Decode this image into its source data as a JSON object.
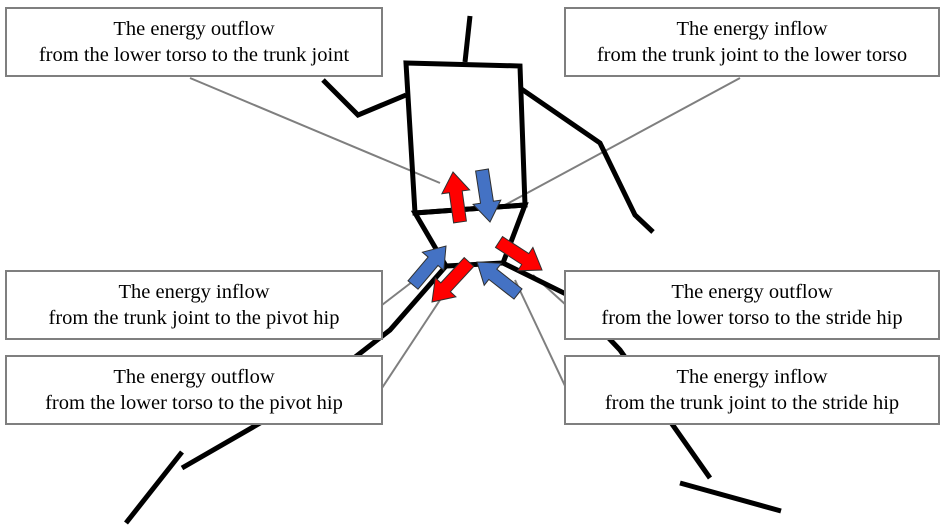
{
  "labels": {
    "outflow_lower_torso_to_trunk_joint": {
      "line1": "The energy outflow",
      "line2": "from the lower torso to the trunk joint"
    },
    "inflow_trunk_joint_to_lower_torso": {
      "line1": "The energy inflow",
      "line2": "from the trunk joint to the lower torso"
    },
    "inflow_trunk_joint_to_pivot_hip": {
      "line1": "The energy inflow",
      "line2": "from the trunk joint to the pivot hip"
    },
    "outflow_lower_torso_to_stride_hip": {
      "line1": "The energy outflow",
      "line2": "from the lower torso to the stride hip"
    },
    "outflow_lower_torso_to_pivot_hip": {
      "line1": "The energy outflow",
      "line2": "from the lower torso to the pivot hip"
    },
    "inflow_trunk_joint_to_stride_hip": {
      "line1": "The energy inflow",
      "line2": "from the trunk joint to the stride hip"
    }
  },
  "colors": {
    "outflow_arrow": "#ff0000",
    "inflow_arrow": "#4472c4",
    "arrow_outline": "#2f2f2f",
    "stick_figure": "#000000",
    "leader_line": "#7f7f7f",
    "box_border": "#7f7f7f"
  }
}
